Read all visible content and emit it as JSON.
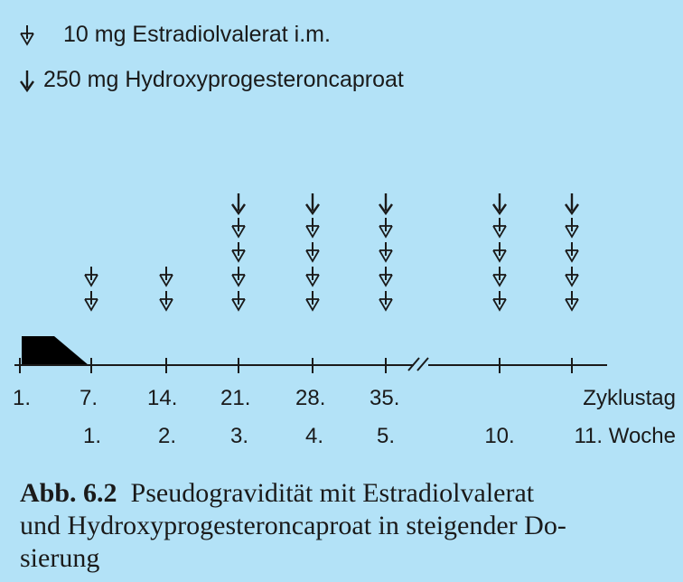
{
  "legend": {
    "estradiol": "10 mg Estradiolvalerat i.m.",
    "hydroxy": "250 mg Hydroxyprogesteroncaproat"
  },
  "axis": {
    "day_labels": [
      "1.",
      "7.",
      "14.",
      "21.",
      "28.",
      "35.",
      "Zyklustag"
    ],
    "week_labels": [
      "1.",
      "2.",
      "3.",
      "4.",
      "5.",
      "10.",
      "11. Woche"
    ]
  },
  "doses": [
    {
      "estradiol": 2,
      "hydroxy": 0
    },
    {
      "estradiol": 2,
      "hydroxy": 0
    },
    {
      "estradiol": 4,
      "hydroxy": 1
    },
    {
      "estradiol": 4,
      "hydroxy": 1
    },
    {
      "estradiol": 4,
      "hydroxy": 1
    },
    {
      "estradiol": 4,
      "hydroxy": 1
    },
    {
      "estradiol": 4,
      "hydroxy": 1
    }
  ],
  "caption": {
    "label": "Abb. 6.2",
    "text": "Pseudogravidität mit Estradiolvalerat und Hydroxyprogesteroncaproat in steigender Dosierung",
    "lines": [
      "Pseudogravidität mit Estradiolvalerat",
      "und Hydroxyprogesteroncaproat in steigender Do-",
      "sierung"
    ]
  },
  "colors": {
    "background": "#b3e2f7",
    "ink": "#1a1a1a"
  }
}
